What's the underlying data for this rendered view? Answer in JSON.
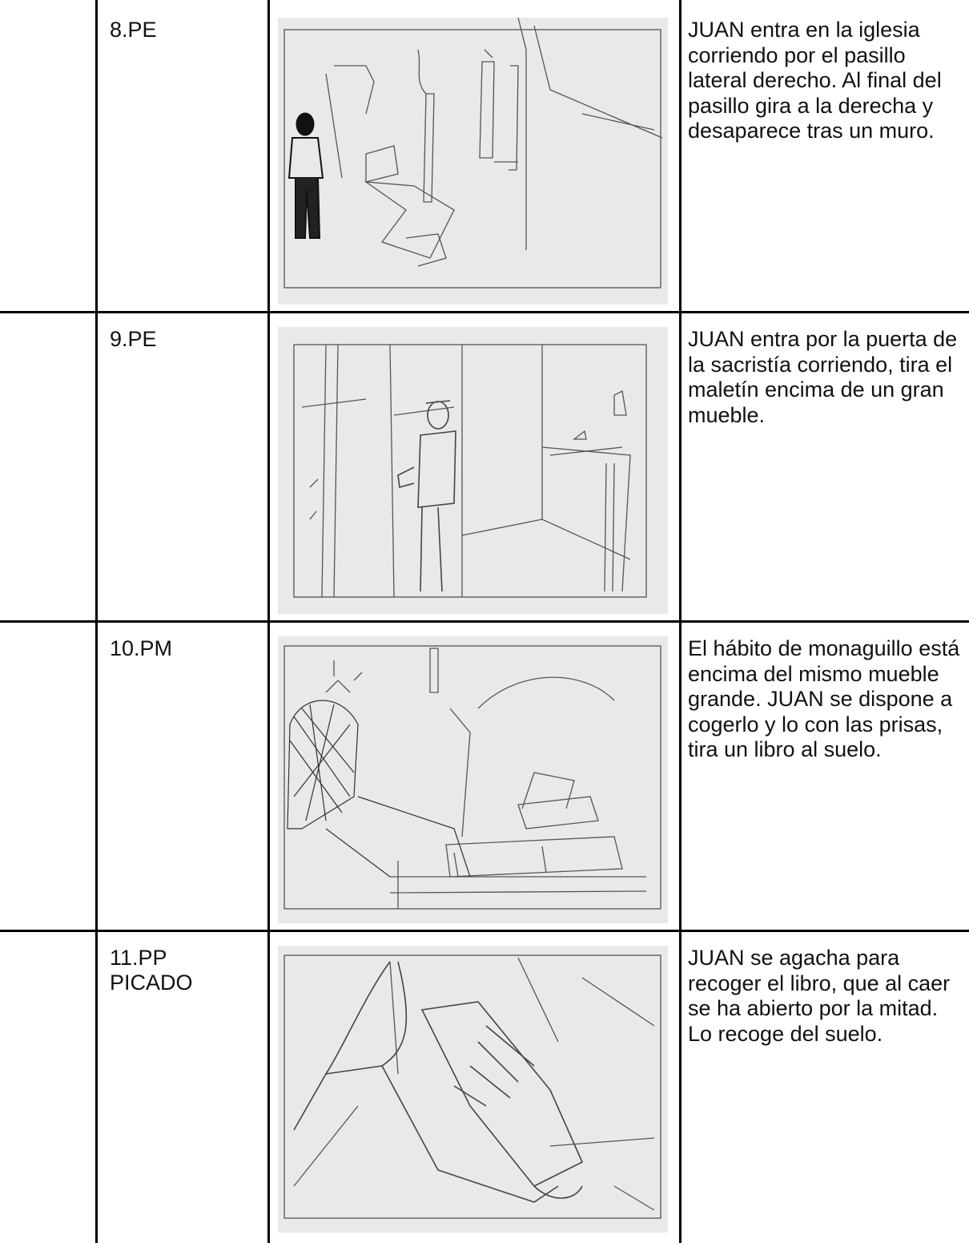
{
  "rows": [
    {
      "shot": "8.PE",
      "description": "JUAN entra en la iglesia corriendo por el pasillo lateral derecho. Al final del pasillo gira a la derecha y desaparece tras un muro.",
      "sketch": "corridor-with-boy-walking"
    },
    {
      "shot": "9.PE",
      "description": "JUAN entra por la puerta de la sacristía corriendo, tira el maletín encima de un gran mueble.",
      "sketch": "boy-in-doorway"
    },
    {
      "shot": "10.PM",
      "description": "El hábito de monaguillo está encima del mismo mueble grande. JUAN se dispone a cogerlo y lo con las prisas, tira un libro al suelo.",
      "sketch": "boy-reaching-books"
    },
    {
      "shot": "11.PP\nPICADO",
      "description": "JUAN se agacha para recoger el libro, que al caer se ha abierto por la mitad. Lo recoge del suelo.",
      "sketch": "hands-picking-book"
    }
  ],
  "colors": {
    "grid": "#000000",
    "sketch_bg": "#e9e9e9",
    "pencil": "#555555"
  }
}
